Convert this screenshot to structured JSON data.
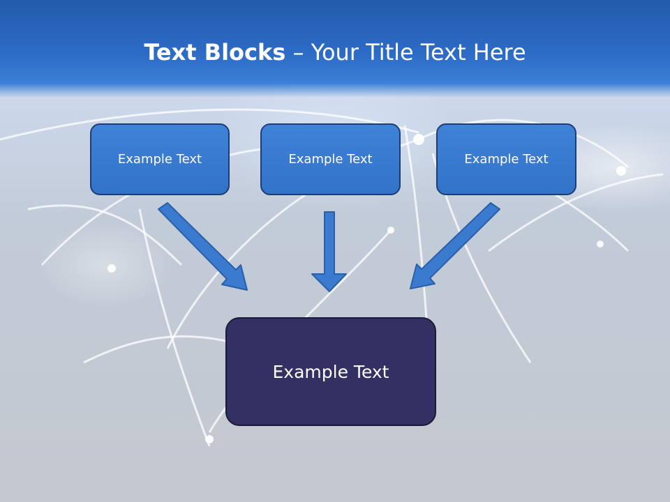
{
  "title": {
    "bold_part": "Text Blocks",
    "dash": " – ",
    "rest": "Your Title Text Here"
  },
  "boxes": {
    "top_left": "Example Text",
    "top_center": "Example Text",
    "top_right": "Example Text",
    "bottom": "Example Text"
  },
  "colors": {
    "header_blue": "#2c6bc7",
    "box_blue": "#3a7bd0",
    "box_border": "#1d3e74",
    "bottom_box": "#333163",
    "arrow_fill": "#3a7bd0"
  }
}
